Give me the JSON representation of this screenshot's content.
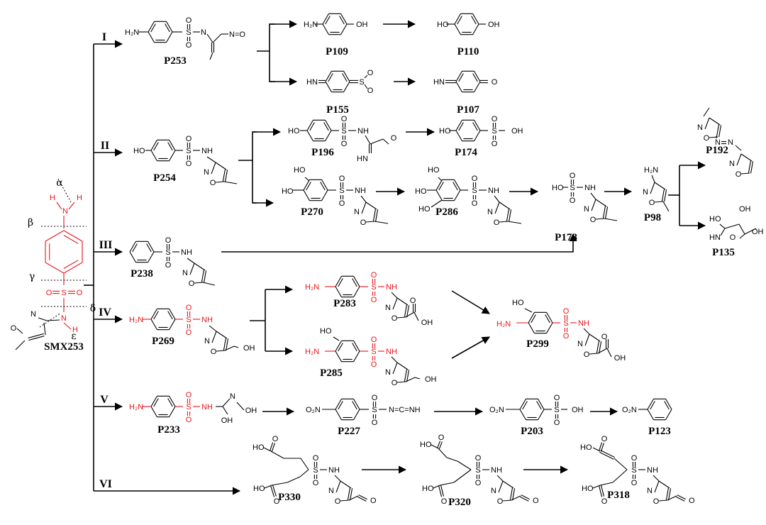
{
  "colors": {
    "red_fragment": "#e8141b",
    "ink": "#000000"
  },
  "parent": {
    "label": "SMX253",
    "greek": [
      "α",
      "β",
      "γ",
      "δ",
      "ε"
    ]
  },
  "pathways": [
    {
      "numeral": "I",
      "compounds": [
        {
          "id": "P253",
          "atoms": [
            "H₂N",
            "S",
            "O",
            "O",
            "N",
            "N=O"
          ]
        },
        {
          "id": "P109",
          "atoms": [
            "H₂N",
            "OH"
          ]
        },
        {
          "id": "P110",
          "atoms": [
            "HO",
            "OH"
          ]
        },
        {
          "id": "P155",
          "atoms": [
            "HN",
            "S",
            "O",
            "O"
          ]
        },
        {
          "id": "P107",
          "atoms": [
            "HN",
            "O"
          ]
        }
      ]
    },
    {
      "numeral": "II",
      "compounds": [
        {
          "id": "P254",
          "atoms": [
            "HO",
            "S",
            "O",
            "O",
            "NH",
            "N",
            "O"
          ]
        },
        {
          "id": "P196",
          "atoms": [
            "HO",
            "S",
            "O",
            "O",
            "NH",
            "HN",
            "O"
          ]
        },
        {
          "id": "P174",
          "atoms": [
            "HO",
            "S",
            "O",
            "O",
            "OH"
          ]
        },
        {
          "id": "P270",
          "atoms": [
            "HO",
            "HO",
            "S",
            "O",
            "O",
            "NH",
            "N",
            "O"
          ]
        },
        {
          "id": "P286",
          "atoms": [
            "HO",
            "HO",
            "HO",
            "S",
            "O",
            "O",
            "NH",
            "N",
            "O"
          ]
        },
        {
          "id": "P178",
          "atoms": [
            "HO",
            "S",
            "O",
            "O",
            "NH",
            "N",
            "O"
          ]
        },
        {
          "id": "P98",
          "atoms": [
            "H₂N",
            "N",
            "O"
          ]
        },
        {
          "id": "P192",
          "atoms": [
            "N",
            "O",
            "N",
            "N",
            "N",
            "O"
          ]
        },
        {
          "id": "P135",
          "atoms": [
            "HO",
            "OH",
            "HN",
            "O",
            "OH"
          ]
        }
      ]
    },
    {
      "numeral": "III",
      "compounds": [
        {
          "id": "P238",
          "atoms": [
            "S",
            "O",
            "O",
            "NH",
            "N",
            "O"
          ]
        }
      ]
    },
    {
      "numeral": "IV",
      "compounds": [
        {
          "id": "P269",
          "atoms": [
            "H₂N",
            "S",
            "O",
            "O",
            "NH",
            "N",
            "O",
            "OH"
          ]
        },
        {
          "id": "P283",
          "atoms": [
            "H₂N",
            "S",
            "O",
            "O",
            "NH",
            "N",
            "O",
            "O",
            "OH"
          ]
        },
        {
          "id": "P285",
          "atoms": [
            "HO",
            "H₂N",
            "S",
            "O",
            "O",
            "NH",
            "N",
            "O",
            "OH"
          ]
        },
        {
          "id": "P299",
          "atoms": [
            "HO",
            "H₂N",
            "S",
            "O",
            "O",
            "NH",
            "N",
            "O",
            "O",
            "OH"
          ]
        }
      ]
    },
    {
      "numeral": "V",
      "compounds": [
        {
          "id": "P233",
          "atoms": [
            "H₂N",
            "S",
            "O",
            "O",
            "NH",
            "N",
            "OH",
            "OH"
          ]
        },
        {
          "id": "P227",
          "atoms": [
            "O₂N",
            "S",
            "O",
            "O",
            "N=C=NH"
          ]
        },
        {
          "id": "P203",
          "atoms": [
            "O₂N",
            "S",
            "O",
            "O",
            "OH"
          ]
        },
        {
          "id": "P123",
          "atoms": [
            "O₂N"
          ]
        }
      ]
    },
    {
      "numeral": "VI",
      "compounds": [
        {
          "id": "P330",
          "atoms": [
            "HO",
            "O",
            "HO",
            "O",
            "S",
            "O",
            "O",
            "NH",
            "N",
            "O",
            "O"
          ]
        },
        {
          "id": "P320",
          "atoms": [
            "HO",
            "O",
            "HO",
            "O",
            "S",
            "O",
            "O",
            "NH",
            "N",
            "O",
            "O"
          ]
        },
        {
          "id": "P318",
          "atoms": [
            "HO",
            "O",
            "HO",
            "O",
            "S",
            "O",
            "O",
            "NH",
            "N",
            "O",
            "O"
          ]
        }
      ]
    }
  ],
  "smx_atoms": [
    "H",
    "N",
    "H",
    "S",
    "O",
    "O",
    "N",
    "H",
    "N",
    "O"
  ]
}
